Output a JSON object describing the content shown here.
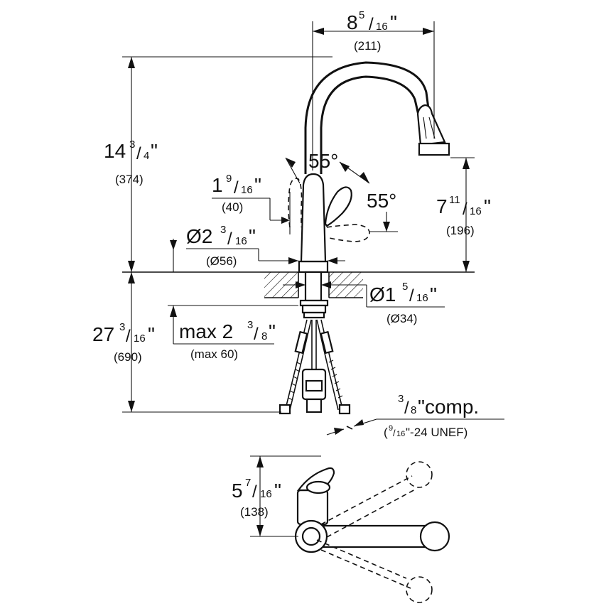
{
  "dimensions": {
    "spout_reach": {
      "whole": "8",
      "num": "5",
      "den": "16",
      "unit": "\"",
      "mm": "(211)"
    },
    "total_height": {
      "whole": "14",
      "num": "3",
      "den": "4",
      "unit": "\"",
      "mm": "(374)"
    },
    "handle_offset": {
      "whole": "1",
      "num": "9",
      "den": "16",
      "unit": "\"",
      "mm": "(40)"
    },
    "handle_angle_top": "55°",
    "handle_angle_side": "55°",
    "spout_height": {
      "whole": "7",
      "num": "11",
      "den": "16",
      "unit": "\"",
      "mm": "(196)"
    },
    "base_diameter": {
      "prefix": "Ø2",
      "num": "3",
      "den": "16",
      "unit": "\"",
      "mm": "(Ø56)"
    },
    "hole_diameter": {
      "prefix": "Ø1",
      "num": "5",
      "den": "16",
      "unit": "\"",
      "mm": "(Ø34)"
    },
    "deck_thickness": {
      "prefix": "max 2",
      "num": "3",
      "den": "8",
      "unit": "\"",
      "mm": "(max 60)"
    },
    "hose_length": {
      "whole": "27",
      "num": "3",
      "den": "16",
      "unit": "\"",
      "mm": "(690)"
    },
    "connection": {
      "num": "3",
      "den": "8",
      "suffix": "\"comp.",
      "thread_open": "(",
      "thread_num": "9",
      "thread_den": "16",
      "thread_suffix": "\"-24 UNEF)"
    },
    "top_view_depth": {
      "whole": "5",
      "num": "7",
      "den": "16",
      "unit": "\"",
      "mm": "(138)"
    }
  }
}
